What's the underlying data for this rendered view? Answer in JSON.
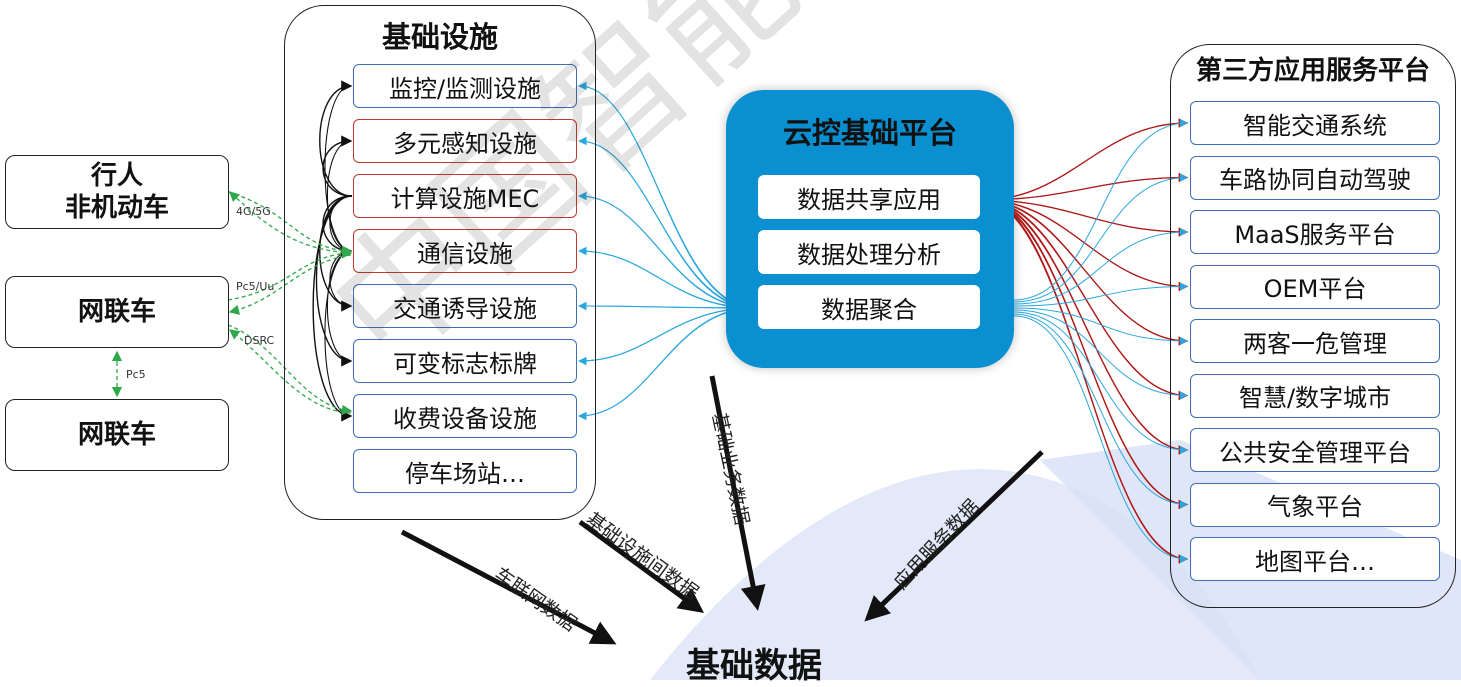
{
  "watermark": "中国智能交通产业联",
  "left_entities": [
    {
      "lines": [
        "行人",
        "非机动车"
      ]
    },
    {
      "lines": [
        "网联车"
      ]
    },
    {
      "lines": [
        "网联车"
      ]
    }
  ],
  "comm_labels": [
    "4G/5G",
    "Pc5/Uu",
    "DSRC",
    "Pc5"
  ],
  "infrastructure": {
    "title": "基础设施",
    "items": [
      {
        "label": "监控/监测设施",
        "accent": "blue"
      },
      {
        "label": "多元感知设施",
        "accent": "red"
      },
      {
        "label": "计算设施MEC",
        "accent": "red"
      },
      {
        "label": "通信设施",
        "accent": "red"
      },
      {
        "label": "交通诱导设施",
        "accent": "blue"
      },
      {
        "label": "可变标志标牌",
        "accent": "blue"
      },
      {
        "label": "收费设备设施",
        "accent": "blue"
      },
      {
        "label": "停车场站…",
        "accent": "blue"
      }
    ]
  },
  "cloud_platform": {
    "title": "云控基础平台",
    "items": [
      "数据共享应用",
      "数据处理分析",
      "数据聚合"
    ],
    "color": "#0a8fd0"
  },
  "third_party": {
    "title": "第三方应用服务平台",
    "items": [
      "智能交通系统",
      "车路协同自动驾驶",
      "MaaS服务平台",
      "OEM平台",
      "两客一危管理",
      "智慧/数字城市",
      "公共安全管理平台",
      "气象平台",
      "地图平台…"
    ]
  },
  "flows": [
    "车联网数据",
    "基础设施间数据",
    "基础业务数据",
    "应用服务数据"
  ],
  "base_data": "基础数据",
  "colors": {
    "red_line": "#b01818",
    "blue_line": "#2aa7e0",
    "green_dash": "#2ea84a",
    "brand": "#0a8fd0"
  }
}
